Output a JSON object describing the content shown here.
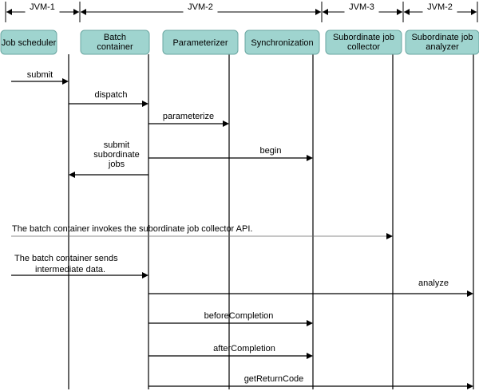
{
  "jvm_segments": [
    {
      "label": "JVM-1"
    },
    {
      "label": "JVM-2"
    },
    {
      "label": "JVM-3"
    },
    {
      "label": "JVM-2"
    }
  ],
  "participants": [
    {
      "id": "scheduler",
      "lines": [
        "Job scheduler"
      ]
    },
    {
      "id": "container",
      "lines": [
        "Batch",
        "container"
      ]
    },
    {
      "id": "parameterizer",
      "lines": [
        "Parameterizer"
      ]
    },
    {
      "id": "sync",
      "lines": [
        "Synchronization"
      ]
    },
    {
      "id": "collector",
      "lines": [
        "Subordinate job",
        "collector"
      ]
    },
    {
      "id": "analyzer",
      "lines": [
        "Subordinate job",
        "analyzer"
      ]
    }
  ],
  "messages": [
    {
      "id": "submit",
      "lines": [
        "submit"
      ]
    },
    {
      "id": "dispatch",
      "lines": [
        "dispatch"
      ]
    },
    {
      "id": "parameterize",
      "lines": [
        "parameterize"
      ]
    },
    {
      "id": "begin",
      "lines": [
        "begin"
      ]
    },
    {
      "id": "submit-subordinate",
      "lines": [
        "submit",
        "subordinate",
        "jobs"
      ]
    },
    {
      "id": "invoke-collector",
      "lines": [
        "The batch container invokes the subordinate job collector API."
      ]
    },
    {
      "id": "send-intermediate",
      "lines": [
        "The batch container sends",
        "intermediate data."
      ]
    },
    {
      "id": "analyze",
      "lines": [
        "analyze"
      ]
    },
    {
      "id": "before-completion",
      "lines": [
        "beforeCompletion"
      ]
    },
    {
      "id": "after-completion",
      "lines": [
        "afterCompletion"
      ]
    },
    {
      "id": "get-return-code",
      "lines": [
        "getReturnCode"
      ]
    }
  ]
}
